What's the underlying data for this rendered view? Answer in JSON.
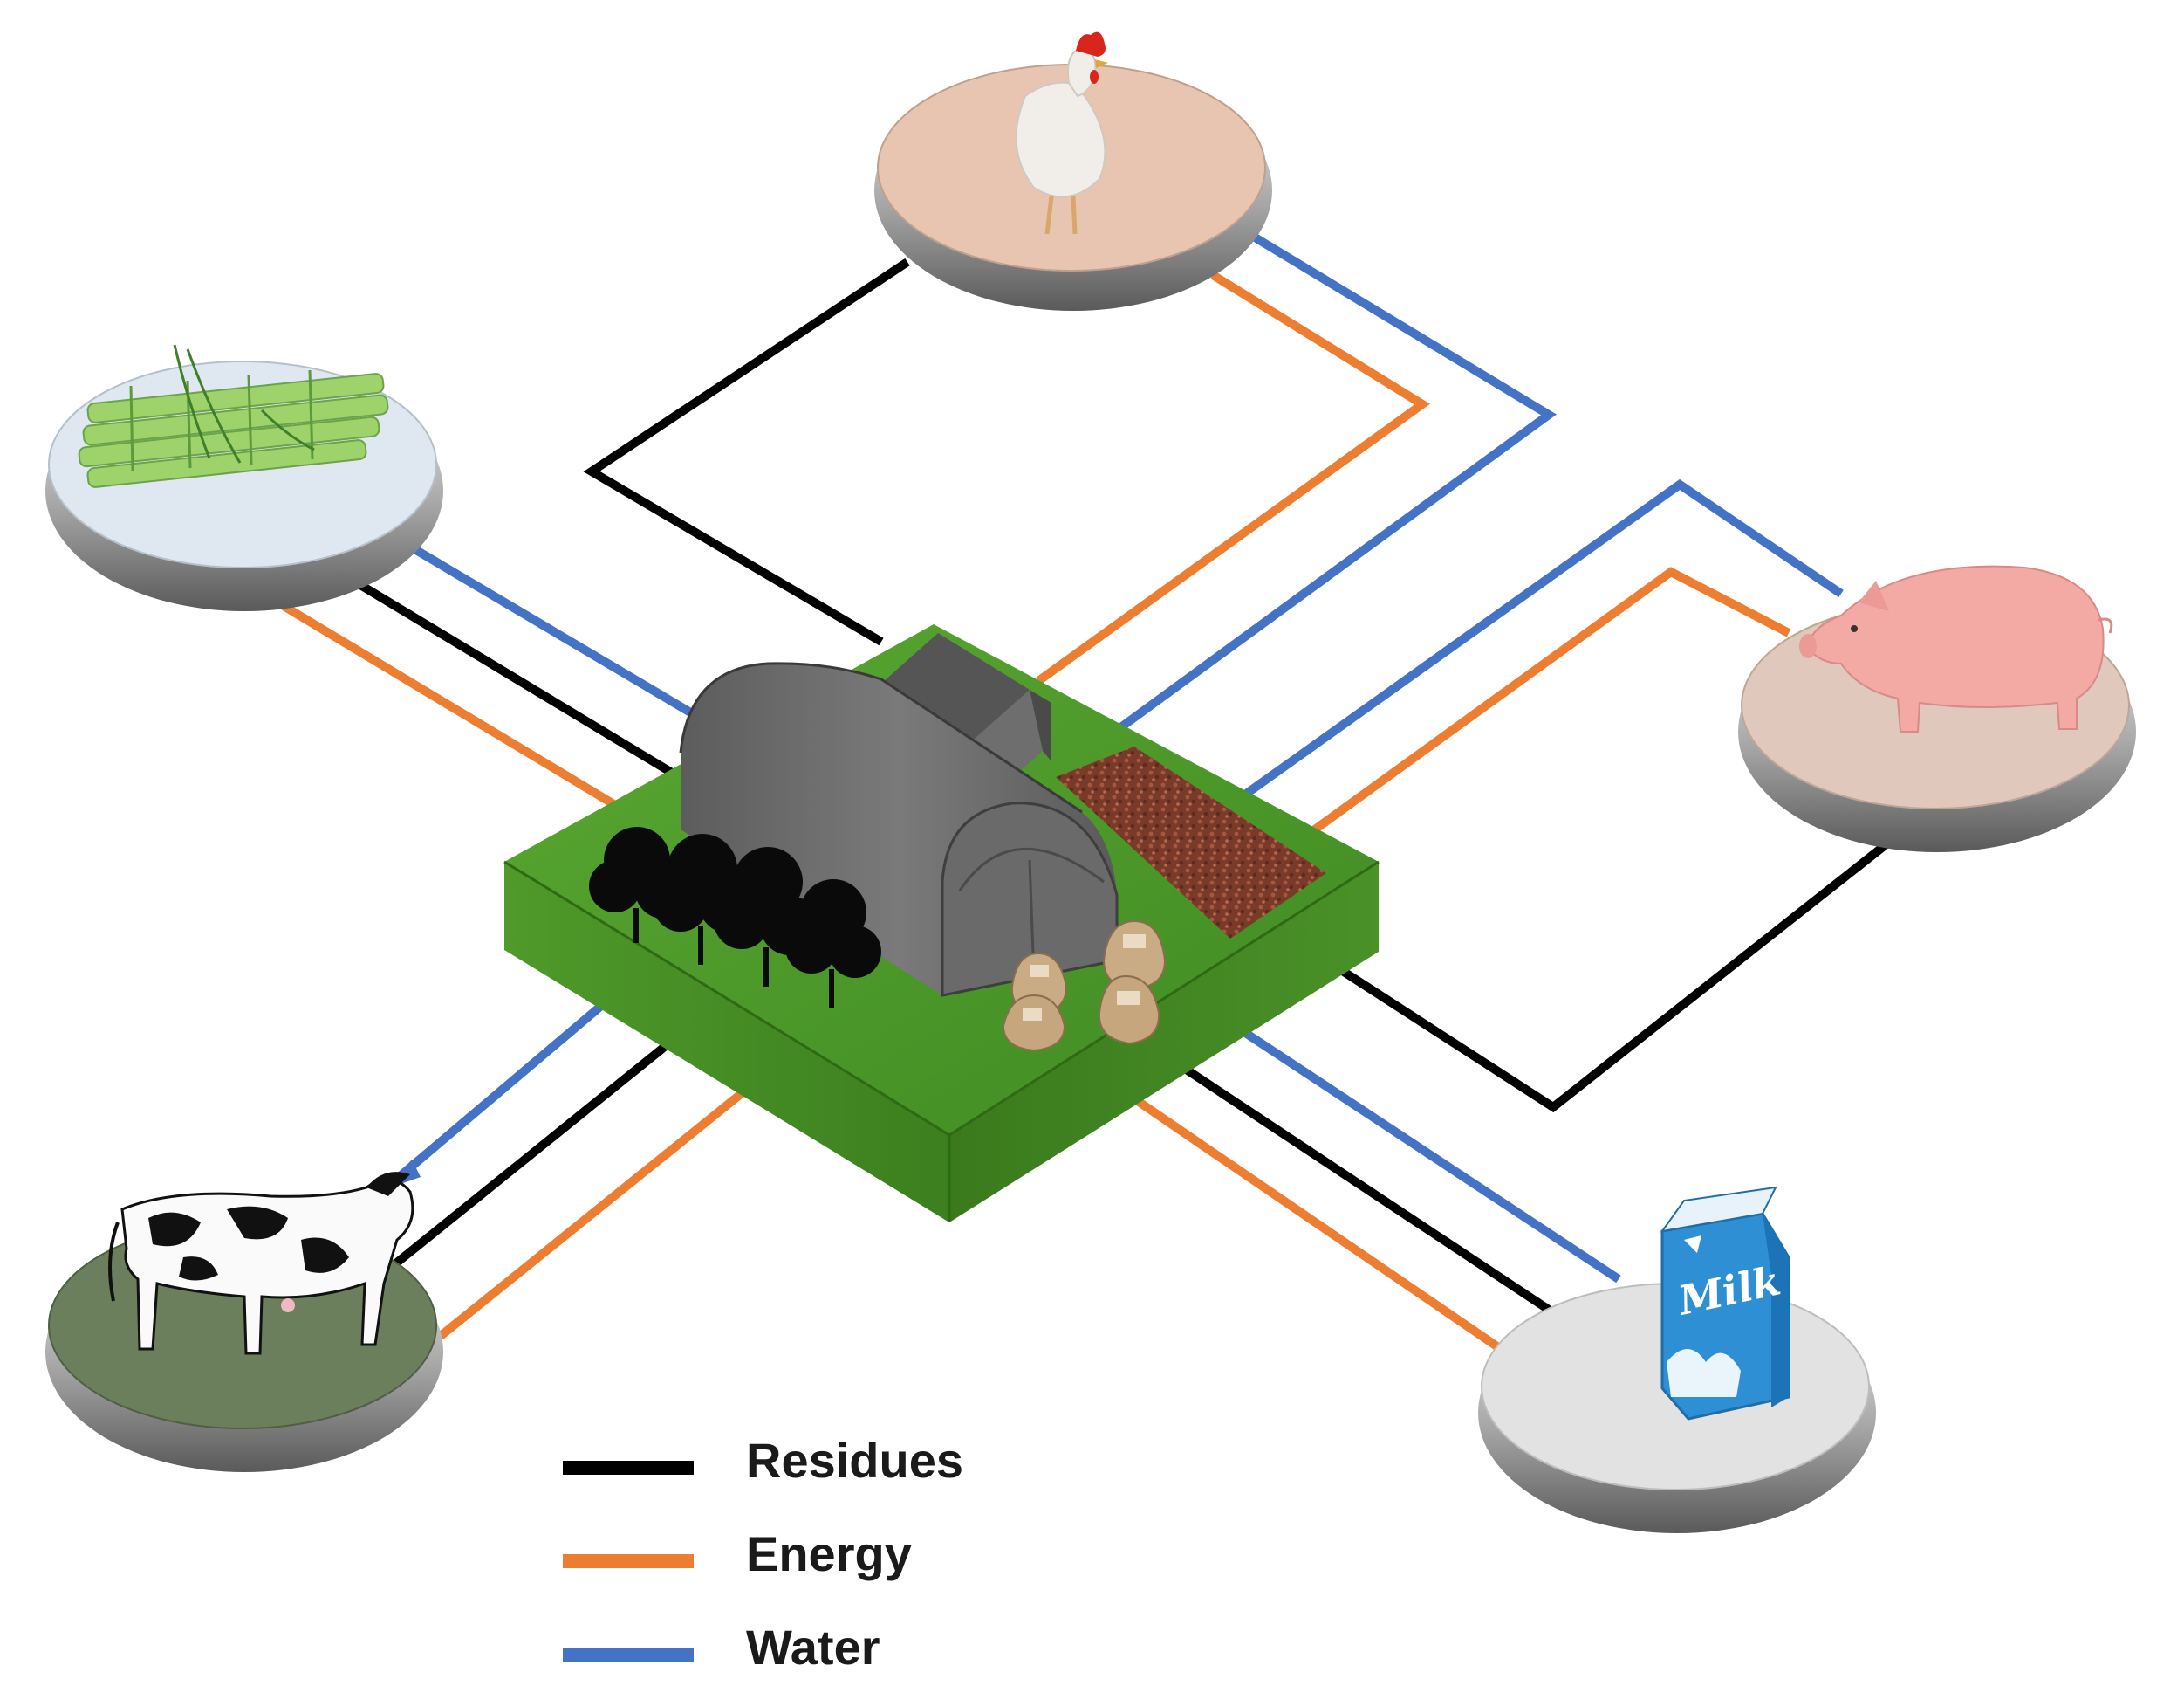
{
  "legend": {
    "items": [
      {
        "key": "residues",
        "label": "Residues",
        "color": "#000000"
      },
      {
        "key": "energy",
        "label": "Energy",
        "color": "#ed7d31"
      },
      {
        "key": "water",
        "label": "Water",
        "color": "#4472c4"
      }
    ]
  },
  "nodes": {
    "hub": {
      "icon": "farm-hub-icon"
    },
    "chicken": {
      "icon": "chicken-icon",
      "plate_color": "#e8c5b0"
    },
    "sugarcane": {
      "icon": "sugarcane-icon",
      "plate_color": "#dfe8f0"
    },
    "pig": {
      "icon": "pig-icon",
      "plate_color": "#e0c8bc"
    },
    "cow": {
      "icon": "cow-icon",
      "plate_color": "#6b7f5c"
    },
    "milk": {
      "icon": "milk-carton-icon",
      "plate_color": "#e2e2e2",
      "carton_label": "Milk"
    }
  },
  "colors": {
    "residues": "#000000",
    "energy": "#ed7d31",
    "water": "#4472c4",
    "grass": "#4e9a2c",
    "greenhouse": "#6e6e6e"
  }
}
